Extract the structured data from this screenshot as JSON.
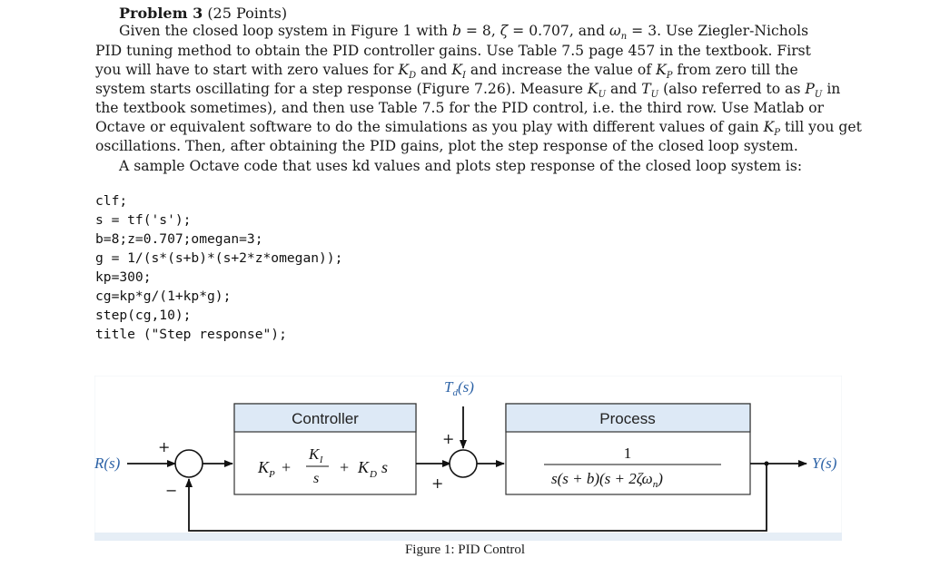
{
  "problem": {
    "title": "Problem 3",
    "points": "(25 Points)",
    "lines": [
      "Given the closed loop system in Figure 1 with b = 8, ζ = 0.707, and ωn = 3. Use Ziegler-Nichols",
      "PID tuning method to obtain the PID controller gains. Use Table 7.5 page 457 in the textbook. First",
      "you will have to start with zero values for KD and KI and increase the value of KP from zero till the",
      "system starts oscillating for a step response (Figure 7.26). Measure KU and TU (also referred to as PU in",
      "the textbook sometimes), and then use Table 7.5 for the PID control, i.e. the third row. Use Matlab or",
      "Octave or equivalent software to do the simulations as you play with different values of gain KP till you get",
      "oscillations. Then, after obtaining the PID gains, plot the step response of the closed loop system."
    ],
    "code_intro": "A sample Octave code that uses kd values and plots step response of the closed loop system is:",
    "code": [
      "clf;",
      "s = tf('s');",
      "b=8;z=0.707;omegan=3;",
      "g = 1/(s*(s+b)*(s+2*z*omegan));",
      "kp=300;",
      "cg=kp*g/(1+kp*g);",
      "step(cg,10);",
      "title (\"Step response\");"
    ]
  },
  "figure": {
    "caption": "Figure 1: PID Control",
    "input_label": "R(s)",
    "output_label": "Y(s)",
    "disturbance_label": "Td(s)",
    "controller_title": "Controller",
    "controller_expr": "KP + KI/s + KD s",
    "process_title": "Process",
    "process_numerator": "1",
    "process_denominator": "s(s + b)(s + 2ζωn)",
    "sign_plus": "+",
    "sign_minus": "−",
    "colors": {
      "block_header": "#dde9f6",
      "label_blue": "#2c62a6",
      "line": "#111111",
      "figure_bg": "#ffffff",
      "footer_strip": "#e6eef6"
    }
  }
}
